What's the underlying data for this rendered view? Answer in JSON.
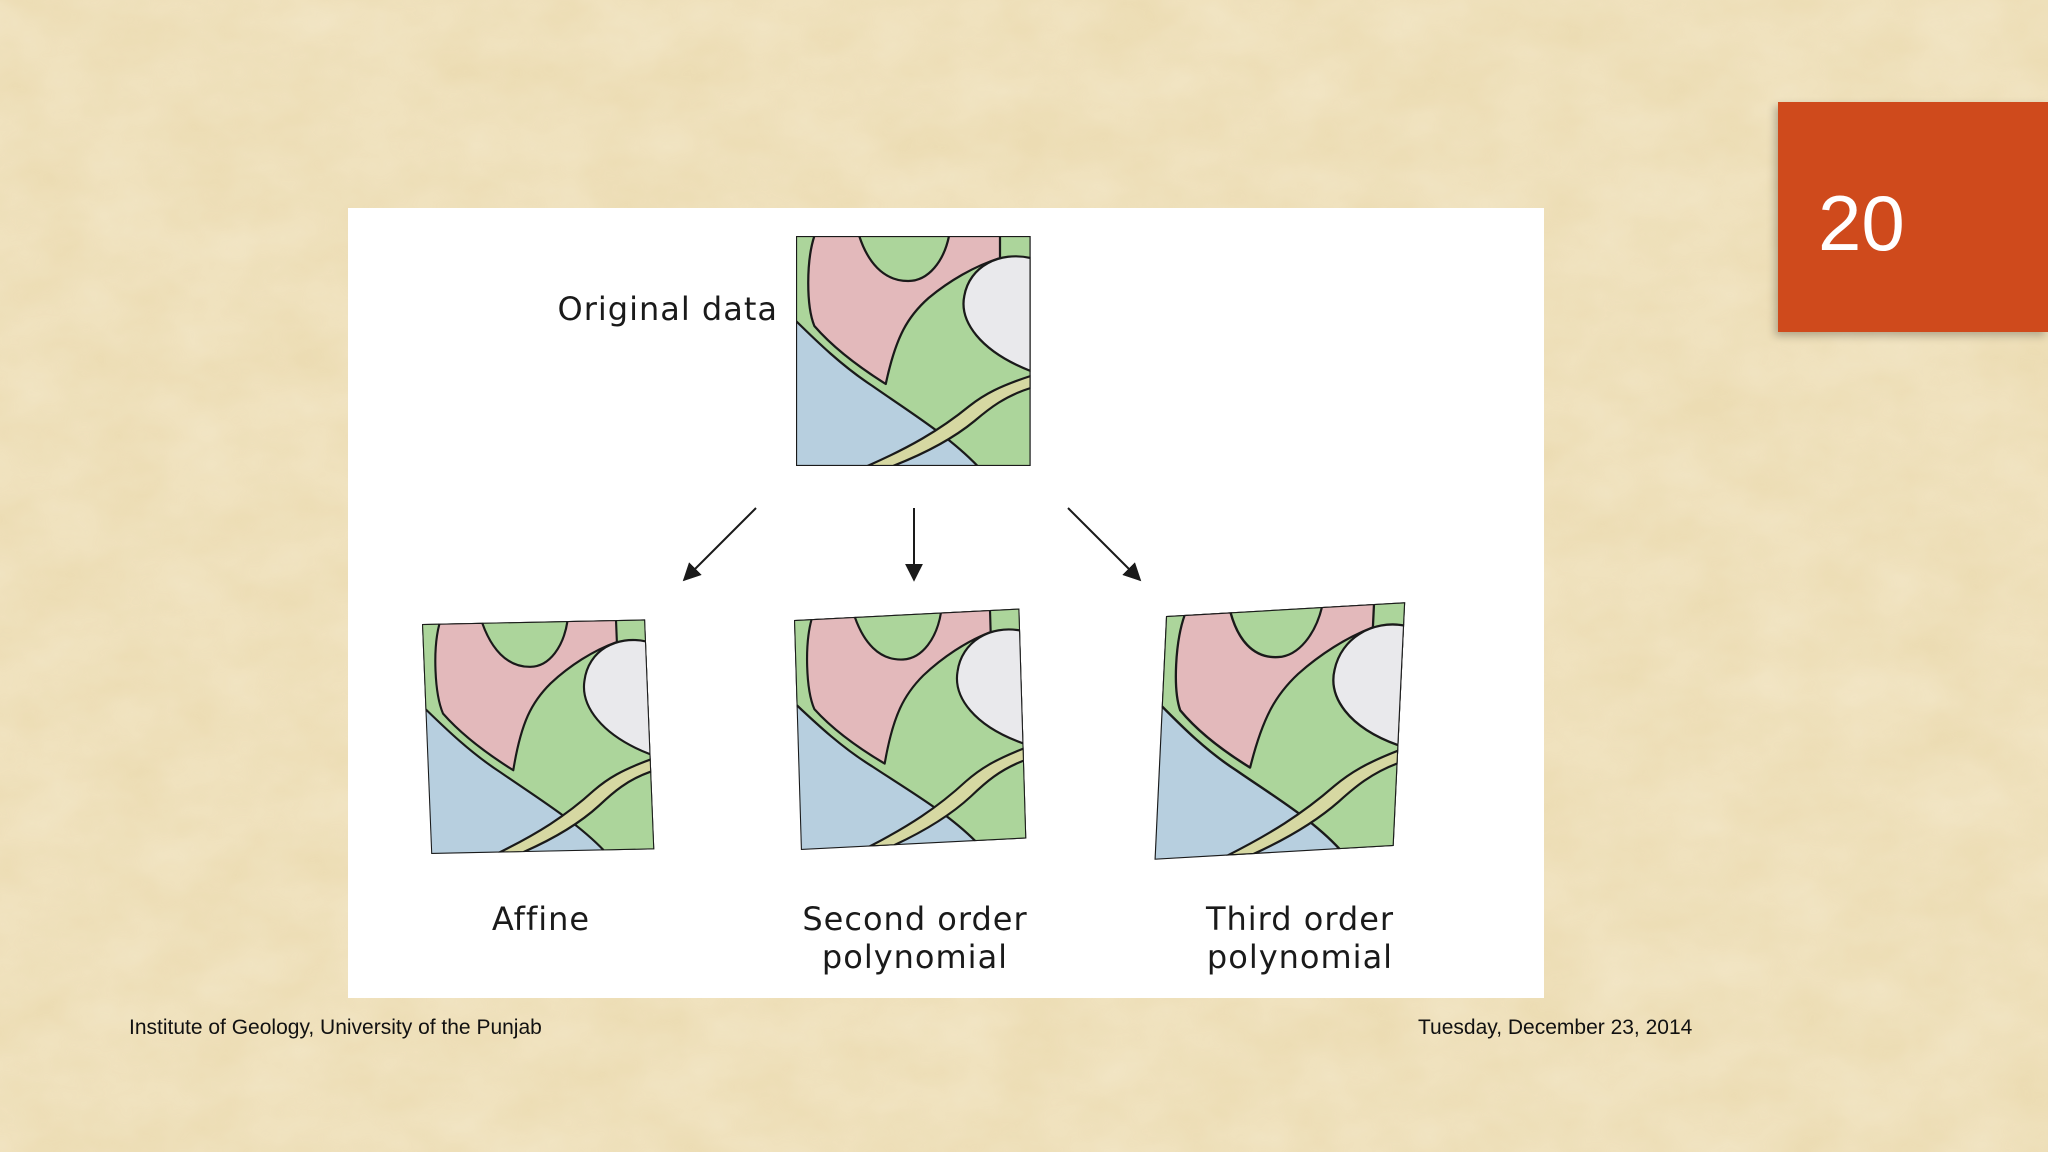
{
  "slide": {
    "number": "20",
    "number_box_color": "#cf4a1c"
  },
  "diagram": {
    "source_label": "Original data",
    "transforms": [
      {
        "label_lines": [
          "Affine"
        ]
      },
      {
        "label_lines": [
          "Second order",
          "polynomial"
        ]
      },
      {
        "label_lines": [
          "Third order",
          "polynomial"
        ]
      }
    ],
    "colors": {
      "blue": "#b7cfdf",
      "pink": "#e3b9bb",
      "green": "#acd59b",
      "white": "#e9e9ec",
      "khaki": "#d6d8a2",
      "outline": "#1a1a1a"
    }
  },
  "footer": {
    "left_text": "Institute of Geology, University of the Punjab",
    "right_text": "Tuesday, December 23, 2014"
  }
}
